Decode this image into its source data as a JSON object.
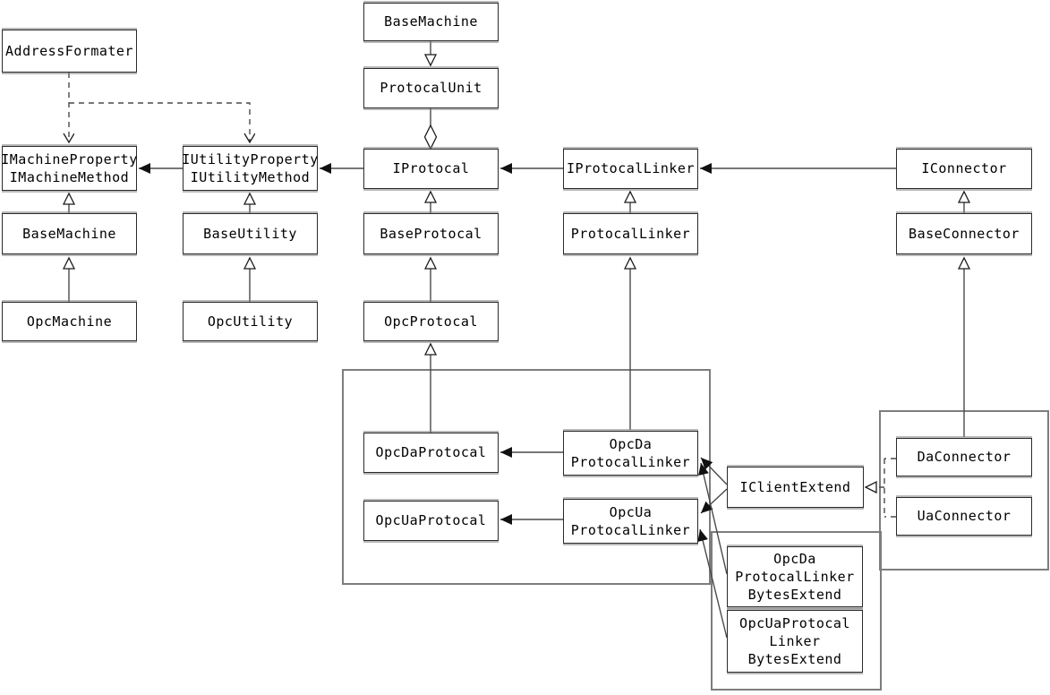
{
  "diagram": {
    "kind": "uml-class-diagram",
    "background_color": "#ffffff",
    "box_fill": "#ffffff",
    "box_border_color": "#2a2a2a",
    "line_color": "#4a4a4a",
    "text_color": "#000000",
    "nodes": {
      "base_machine_top": {
        "label": "BaseMachine"
      },
      "protocal_unit": {
        "label": "ProtocalUnit"
      },
      "address_formater": {
        "label": "AddressFormater"
      },
      "imachine": {
        "label": "IMachineProperty\nIMachineMethod"
      },
      "iutility": {
        "label": "IUtilityProperty\nIUtilityMethod"
      },
      "iprotocal": {
        "label": "IProtocal"
      },
      "iprotocal_linker": {
        "label": "IProtocalLinker"
      },
      "iconnector": {
        "label": "IConnector"
      },
      "base_machine_left": {
        "label": "BaseMachine"
      },
      "base_utility": {
        "label": "BaseUtility"
      },
      "base_protocal": {
        "label": "BaseProtocal"
      },
      "protocal_linker": {
        "label": "ProtocalLinker"
      },
      "base_connector": {
        "label": "BaseConnector"
      },
      "opc_machine": {
        "label": "OpcMachine"
      },
      "opc_utility": {
        "label": "OpcUtility"
      },
      "opc_protocal": {
        "label": "OpcProtocal"
      },
      "opc_da_protocal": {
        "label": "OpcDaProtocal"
      },
      "opc_da_protocal_linker": {
        "label": "OpcDa\nProtocalLinker"
      },
      "opc_ua_protocal": {
        "label": "OpcUaProtocal"
      },
      "opc_ua_protocal_linker": {
        "label": "OpcUa\nProtocalLinker"
      },
      "iclient_extend": {
        "label": "IClientExtend"
      },
      "da_connector": {
        "label": "DaConnector"
      },
      "ua_connector": {
        "label": "UaConnector"
      },
      "opc_da_protocal_linker_bytes_extend": {
        "label": "OpcDa\nProtocalLinker\nBytesExtend"
      },
      "opc_ua_protocal_linker_bytes_extend": {
        "label": "OpcUaProtocal\nLinker\nBytesExtend"
      }
    },
    "groups": [
      {
        "name": "opc-protocal-group",
        "members": [
          "opc_da_protocal",
          "opc_da_protocal_linker",
          "opc_ua_protocal",
          "opc_ua_protocal_linker"
        ]
      },
      {
        "name": "bytes-extend-group",
        "members": [
          "opc_da_protocal_linker_bytes_extend",
          "opc_ua_protocal_linker_bytes_extend"
        ]
      },
      {
        "name": "connector-group",
        "members": [
          "da_connector",
          "ua_connector"
        ]
      }
    ],
    "relationships": [
      {
        "from": "base_machine_top",
        "to": "protocal_unit",
        "type": "open-triangle-arrow"
      },
      {
        "from": "protocal_unit",
        "to": "iprotocal",
        "type": "aggregation-open-diamond"
      },
      {
        "from": "address_formater",
        "to": "imachine",
        "type": "dashed-dependency"
      },
      {
        "from": "address_formater",
        "to": "iutility",
        "type": "dashed-dependency"
      },
      {
        "from": "iprotocal",
        "to": "iutility",
        "type": "association-arrow"
      },
      {
        "from": "iutility",
        "to": "imachine",
        "type": "association-arrow"
      },
      {
        "from": "iprotocal_linker",
        "to": "iprotocal",
        "type": "association-arrow"
      },
      {
        "from": "iconnector",
        "to": "iprotocal_linker",
        "type": "association-arrow"
      },
      {
        "from": "base_machine_left",
        "to": "imachine",
        "type": "generalization"
      },
      {
        "from": "opc_machine",
        "to": "base_machine_left",
        "type": "generalization"
      },
      {
        "from": "base_utility",
        "to": "iutility",
        "type": "generalization"
      },
      {
        "from": "opc_utility",
        "to": "base_utility",
        "type": "generalization"
      },
      {
        "from": "base_protocal",
        "to": "iprotocal",
        "type": "generalization"
      },
      {
        "from": "opc_protocal",
        "to": "base_protocal",
        "type": "generalization"
      },
      {
        "from": "opc_da_protocal",
        "to": "opc_protocal",
        "type": "generalization"
      },
      {
        "from": "protocal_linker",
        "to": "iprotocal_linker",
        "type": "generalization"
      },
      {
        "from": "opc_da_protocal_linker",
        "to": "protocal_linker",
        "type": "generalization"
      },
      {
        "from": "base_connector",
        "to": "iconnector",
        "type": "generalization"
      },
      {
        "from": "da_connector",
        "to": "base_connector",
        "type": "generalization"
      },
      {
        "from": "opc_da_protocal_linker",
        "to": "opc_da_protocal",
        "type": "association-arrow"
      },
      {
        "from": "opc_ua_protocal_linker",
        "to": "opc_ua_protocal",
        "type": "association-arrow"
      },
      {
        "from": "iclient_extend",
        "to": "opc_da_protocal_linker",
        "type": "association-arrow"
      },
      {
        "from": "iclient_extend",
        "to": "opc_ua_protocal_linker",
        "type": "association-arrow"
      },
      {
        "from": "opc_da_protocal_linker_bytes_extend",
        "to": "opc_da_protocal_linker",
        "type": "association-arrow"
      },
      {
        "from": "opc_ua_protocal_linker_bytes_extend",
        "to": "opc_ua_protocal_linker",
        "type": "association-arrow"
      },
      {
        "from": "da_connector",
        "to": "iclient_extend",
        "type": "dashed-realization"
      },
      {
        "from": "ua_connector",
        "to": "iclient_extend",
        "type": "dashed-realization"
      }
    ]
  }
}
